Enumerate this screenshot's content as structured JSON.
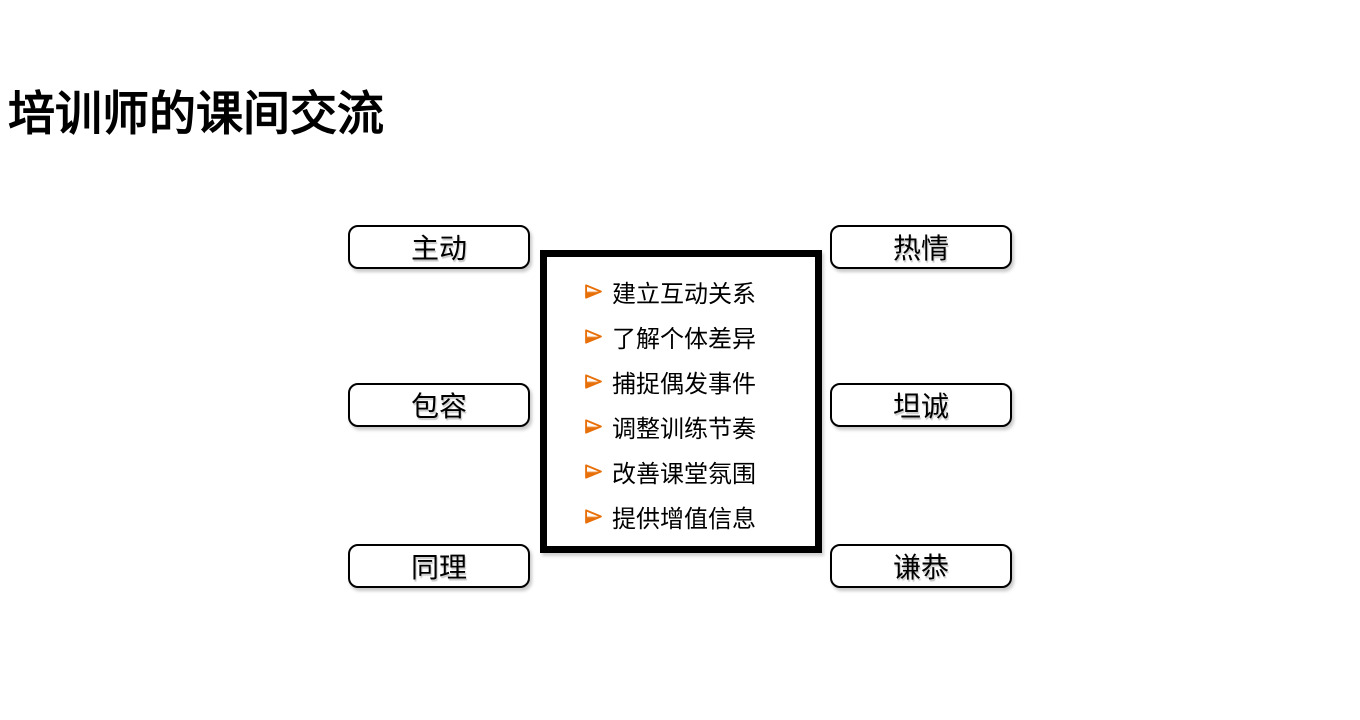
{
  "slide": {
    "title": "培训师的课间交流",
    "center_box": {
      "items": [
        "建立互动关系",
        "了解个体差异",
        "捕捉偶发事件",
        "调整训练节奏",
        "改善课堂氛围",
        "提供增值信息"
      ]
    },
    "left_traits": [
      "主动",
      "包容",
      "同理"
    ],
    "right_traits": [
      "热情",
      "坦诚",
      "谦恭"
    ],
    "icons": {
      "bullet": "arrowhead-right-icon"
    },
    "colors": {
      "background": "#ffffff",
      "text": "#000000",
      "center_box_border": "#000000",
      "bullet_orange": "#e8700a"
    }
  }
}
